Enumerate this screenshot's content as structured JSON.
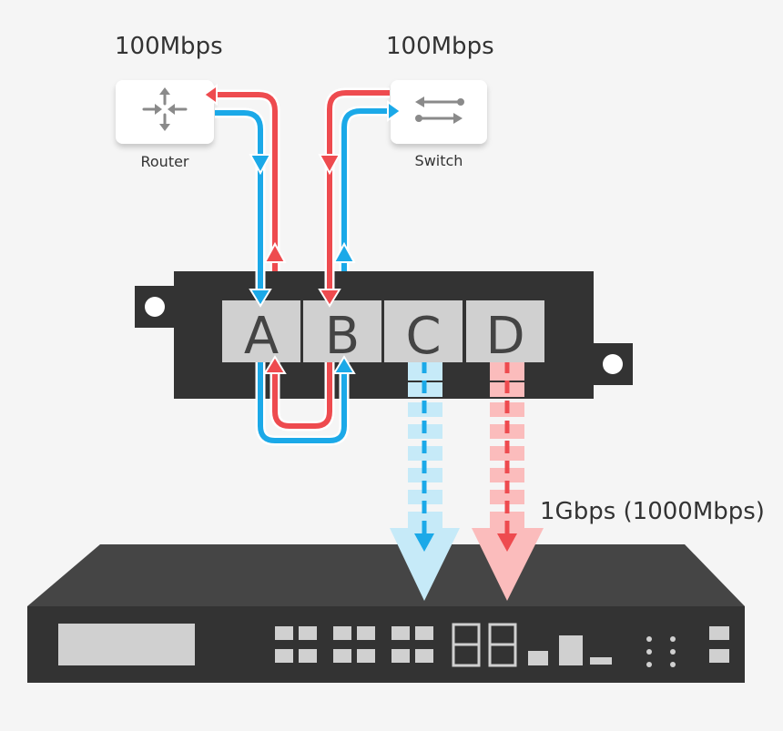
{
  "router": {
    "speed": "100Mbps",
    "name": "Router",
    "icon": "router-icon"
  },
  "switch": {
    "speed": "100Mbps",
    "name": "Switch",
    "icon": "switch-icon"
  },
  "tap": {
    "ports": [
      "A",
      "B",
      "C",
      "D"
    ]
  },
  "uplink": {
    "speed": "1Gbps (1000Mbps)"
  },
  "colors": {
    "background": "#f5f5f5",
    "blue": "#1ba9e8",
    "red": "#ee4b4f",
    "light_blue": "#c6eaf8",
    "light_red": "#fbbcbc",
    "device_dark": "#333333",
    "port_box": "#d0d0d0"
  }
}
